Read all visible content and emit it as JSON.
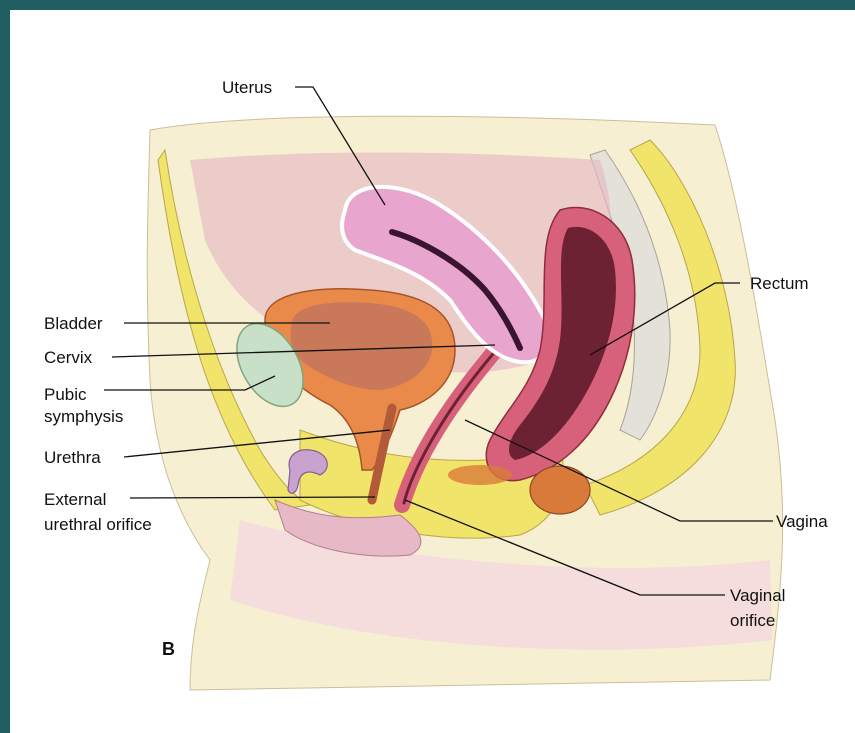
{
  "figure_letter": "B",
  "labels": {
    "uterus": "Uterus",
    "rectum": "Rectum",
    "bladder": "Bladder",
    "cervix": "Cervix",
    "pubic_symphysis_line1": "Pubic",
    "pubic_symphysis_line2": "symphysis",
    "urethra": "Urethra",
    "external_urethral_orifice_line1": "External",
    "external_urethral_orifice_line2": "urethral orifice",
    "vagina": "Vagina",
    "vaginal_orifice_line1": "Vaginal",
    "vaginal_orifice_line2": "orifice"
  },
  "colors": {
    "frame": "#1f5f63",
    "background": "#ffffff",
    "skin": "#f6efd2",
    "fat": "#f0e46a",
    "uterus": "#e8a6cf",
    "uterus_outline": "#ffffff",
    "bladder_wall": "#e98a4a",
    "bladder_lumen": "#c9785a",
    "rectum_wall": "#d7607a",
    "rectum_lumen": "#6d2233",
    "pubic_bone": "#c8e0c8",
    "tissue_pink": "#e7b8c5",
    "leader": "#111111"
  }
}
